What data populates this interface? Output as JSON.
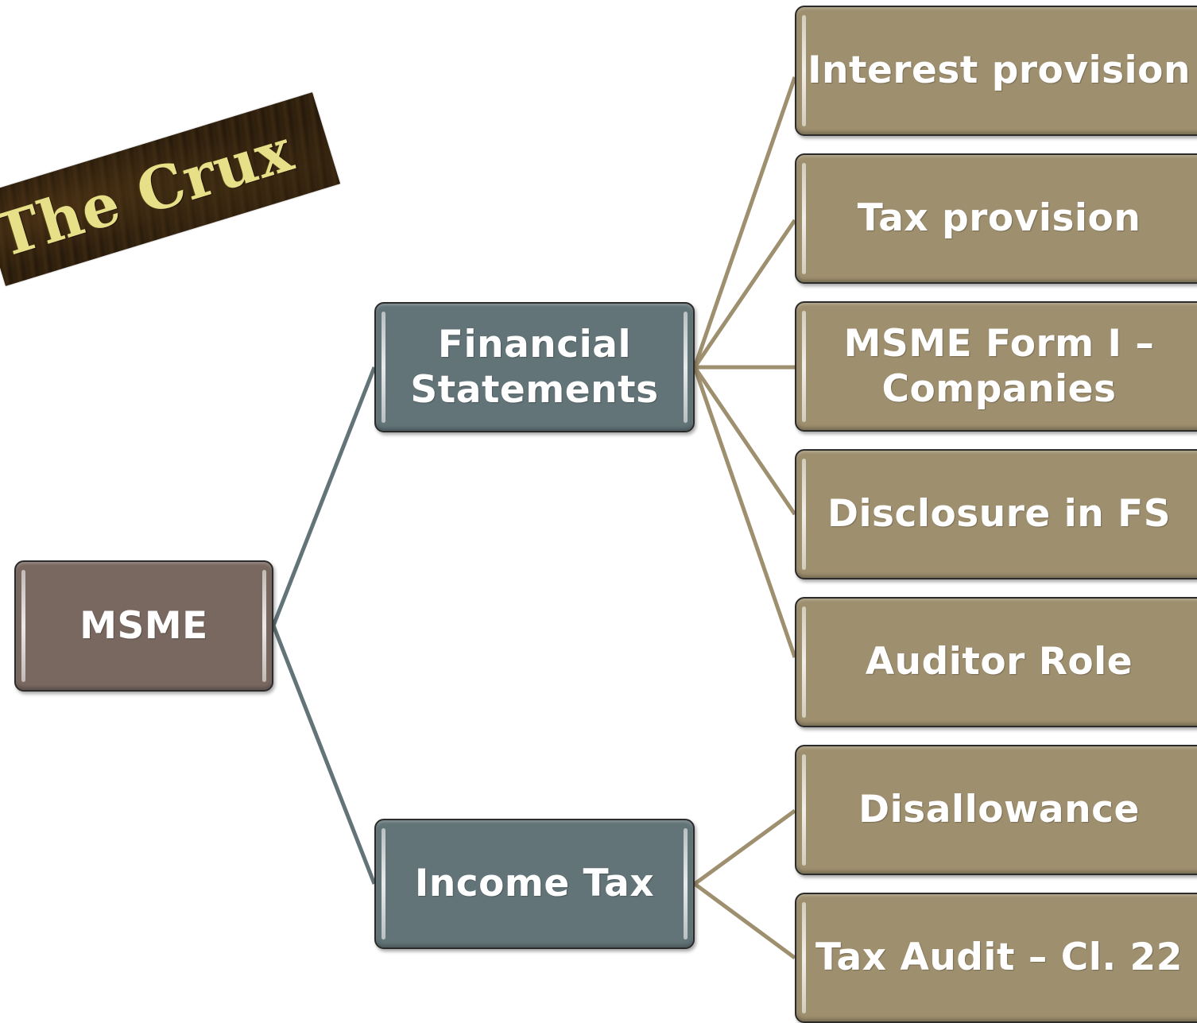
{
  "logo": {
    "text": "The Crux"
  },
  "root": {
    "label": "MSME",
    "color": "#786860"
  },
  "branches": [
    {
      "label": "Financial\nStatements",
      "color": "#627478",
      "children": [
        "Interest provision",
        "Tax provision",
        "MSME Form I –\nCompanies",
        "Disclosure in FS",
        "Auditor Role"
      ]
    },
    {
      "label": "Income Tax",
      "color": "#627478",
      "children": [
        "Disallowance",
        "Tax Audit – Cl. 22"
      ]
    }
  ],
  "colors": {
    "leaf": "#9e8f6e",
    "connector_level1": "#627478",
    "connector_level2": "#9e8f6e"
  }
}
